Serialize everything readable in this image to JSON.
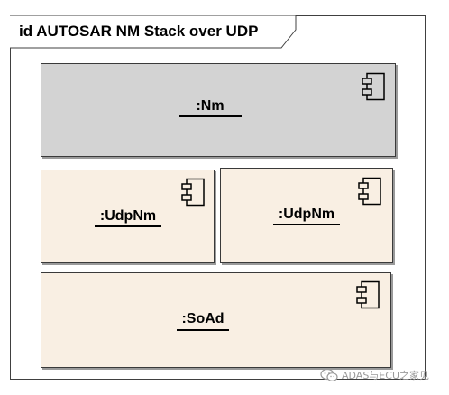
{
  "diagram": {
    "title": "id AUTOSAR NM Stack over UDP",
    "components": [
      {
        "id": "nm",
        "label": ":Nm",
        "fill": "#d3d3d3"
      },
      {
        "id": "udpnm-left",
        "label": ":UdpNm",
        "fill": "#f9efe3"
      },
      {
        "id": "udpnm-right",
        "label": ":UdpNm",
        "fill": "#f9efe3"
      },
      {
        "id": "soad",
        "label": ":SoAd",
        "fill": "#f9efe3"
      }
    ],
    "icon": "uml-component-icon"
  },
  "watermark": {
    "icon": "wechat-icon",
    "text": "ADAS与ECU之家见"
  },
  "colors": {
    "border": "#3a3a3a",
    "shadow": "#9a9a9a",
    "nm_fill": "#d3d3d3",
    "component_fill": "#f9efe3"
  }
}
